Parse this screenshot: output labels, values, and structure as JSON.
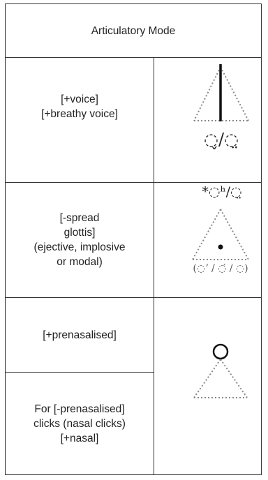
{
  "table": {
    "header": "Articulatory Mode",
    "rows": [
      {
        "label_lines": [
          "[+voice]",
          "[+breathy voice]"
        ],
        "symbol": "◌̬/◌̤"
      },
      {
        "label_lines": [
          "[-spread",
          "glottis]",
          "(ejective, implosive",
          "or modal)"
        ],
        "symbol_top": "*◌ʰ/◌̤",
        "symbol_bottom": "(◌ʼ / ◌́ / ◌)"
      },
      {
        "label_lines": [
          "[+prenasalised]"
        ]
      },
      {
        "label_lines": [
          "For [-prenasalised]",
          "clicks (nasal clicks)",
          "[+nasal]"
        ]
      }
    ]
  }
}
